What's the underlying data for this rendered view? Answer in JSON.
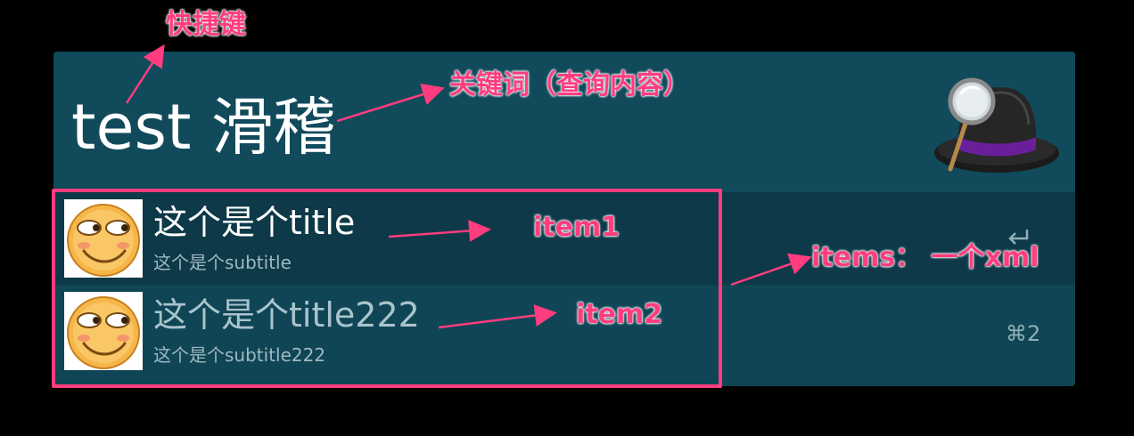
{
  "search": {
    "query": "test 滑稽"
  },
  "results": [
    {
      "title": "这个是个title",
      "subtitle": "这个是个subtitle",
      "action_icon": "return-icon"
    },
    {
      "title": "这个是个title222",
      "subtitle": "这个是个subtitle222",
      "shortcut": "⌘2"
    }
  ],
  "annotations": {
    "shortcut": "快捷键",
    "keyword": "关键词（查询内容）",
    "item1": "item1",
    "item2": "item2",
    "items": "items： 一个xml"
  },
  "colors": {
    "annotation": "#ff3d7f",
    "window_bg": "#0f4555",
    "selected_row_bg": "#0d3948"
  },
  "icons": {
    "app_logo": "alfred-hat-icon",
    "result_thumb": "smirk-emoji-icon"
  }
}
